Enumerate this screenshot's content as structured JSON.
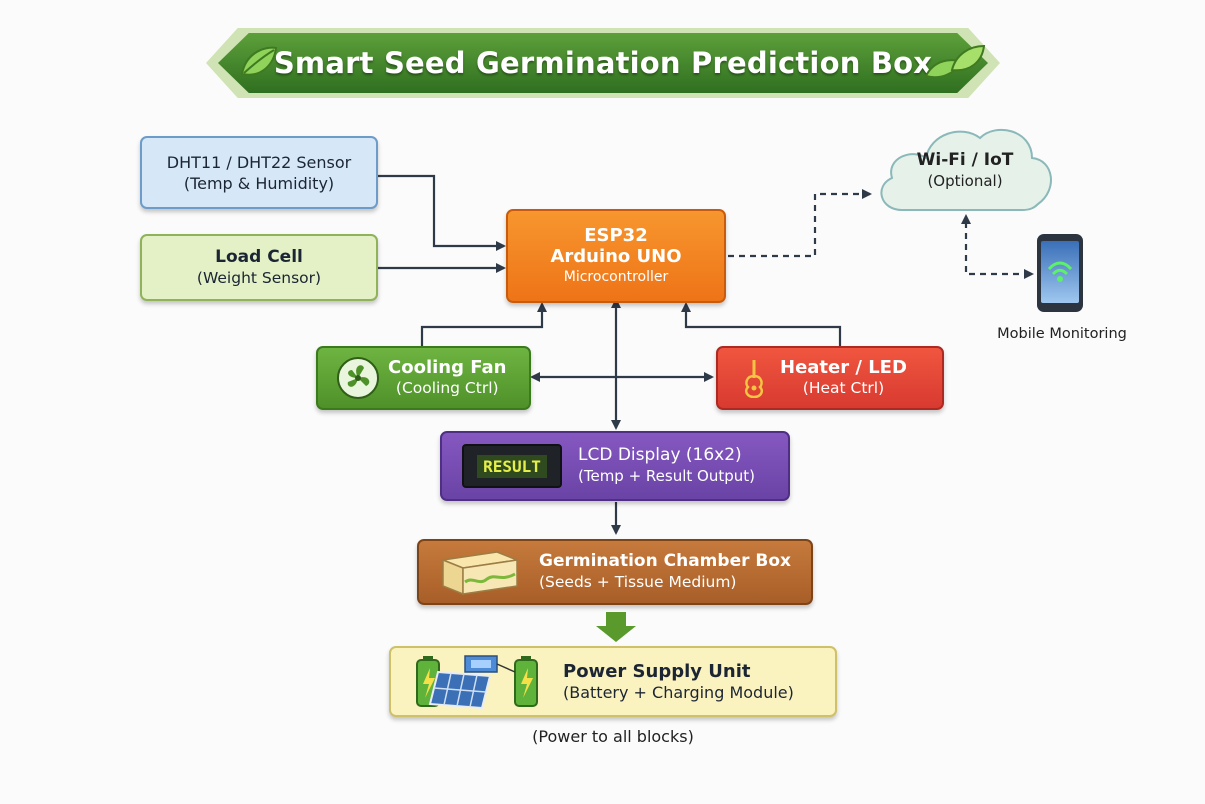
{
  "title": "Smart Seed Germination Prediction Box",
  "blocks": {
    "dht": {
      "line1": "DHT11 / DHT22 Sensor",
      "line2": "(Temp & Humidity)"
    },
    "load": {
      "line1": "Load Cell",
      "line2": "(Weight Sensor)"
    },
    "mcu": {
      "line1": "ESP32",
      "line2": "Arduino UNO",
      "line3": "Microcontroller"
    },
    "wifi": {
      "line1": "Wi-Fi / IoT",
      "line2": "(Optional)"
    },
    "mobile": {
      "label": "Mobile Monitoring"
    },
    "fan": {
      "line1": "Cooling Fan",
      "line2": "(Cooling Ctrl)"
    },
    "heater": {
      "line1": "Heater / LED",
      "line2": "(Heat Ctrl)"
    },
    "lcd": {
      "line1": "LCD Display (16x2)",
      "line2": "(Temp + Result Output)",
      "screen": "RESULT"
    },
    "chamber": {
      "line1": "Germination Chamber Box",
      "line2": "(Seeds + Tissue Medium)"
    },
    "power": {
      "line1": "Power Supply Unit",
      "line2": "(Battery + Charging Module)",
      "note": "(Power to all blocks)"
    }
  },
  "icons": [
    "leaf-icon",
    "fan-icon",
    "guitar-icon",
    "lcd-icon",
    "chamber-icon",
    "battery-icon",
    "solar-panel-icon",
    "wifi-icon",
    "phone-icon",
    "cloud-icon"
  ],
  "colors": {
    "banner": "#3f8a2a",
    "dht": "#d6e8f8",
    "load": "#e4f1c6",
    "mcu": "#f3841f",
    "fan": "#63a93a",
    "heater": "#e8453a",
    "lcd": "#7a4fb5",
    "chamber": "#b86d32",
    "power": "#fbf3bf",
    "wire": "#2f3a48"
  }
}
